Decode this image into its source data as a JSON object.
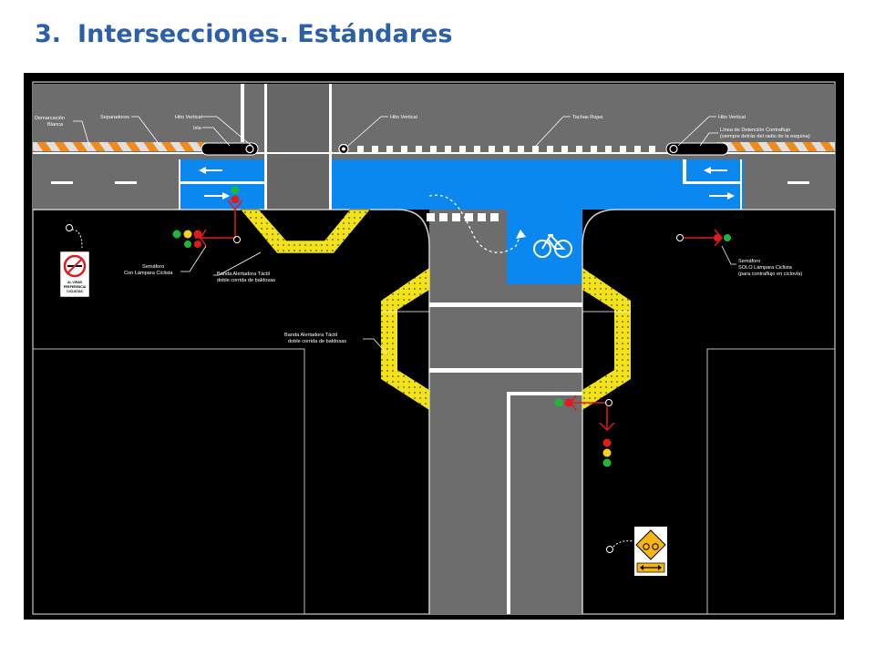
{
  "title": {
    "number": "3.",
    "text": "Intersecciones. Estándares"
  },
  "labels": {
    "demarcacion": [
      "Demarcación",
      "Blanca"
    ],
    "separadores": "Separadores",
    "hito_vertical": "Hito Vertical",
    "isla": "Isla",
    "tachas_rojas": "Tachas Rojas",
    "linea_detencion": [
      "Línea de Detención Contraflujo",
      "(siempre detrás del radio de la esquina)"
    ],
    "semaforo_con": [
      "Semáforo",
      "Con Lámpara Ciclista"
    ],
    "banda_alertadora_1": [
      "Banda Alertadora Táctil",
      "doble corrida de baldosas"
    ],
    "banda_alertadora_2": [
      "Banda Alertadora Táctil",
      "doble corrida de baldosas"
    ],
    "semaforo_solo": [
      "Semáforo",
      "SOLO Lámpara Ciclista",
      "(para contraflujo en ciclovía)"
    ],
    "sign_yield": [
      "AL VIRAR",
      "PREFERENCIA",
      "CICLISTAS"
    ]
  },
  "colors": {
    "background": "#000000",
    "road": "#6d6d6d",
    "bike_lane": "#0b87f0",
    "tactile": "#f2e21a",
    "marking": "#ffffff",
    "signal_red": "#e11b1b",
    "signal_yellow": "#f5d312",
    "signal_green": "#1fb63a",
    "separator_orange": "#f08a1a",
    "title": "#2b5fa8"
  },
  "icons": [
    "bicycle-icon",
    "arrow-left-icon",
    "arrow-right-icon",
    "traffic-light-icon",
    "warning-sign-icon",
    "regulatory-sign-icon"
  ]
}
